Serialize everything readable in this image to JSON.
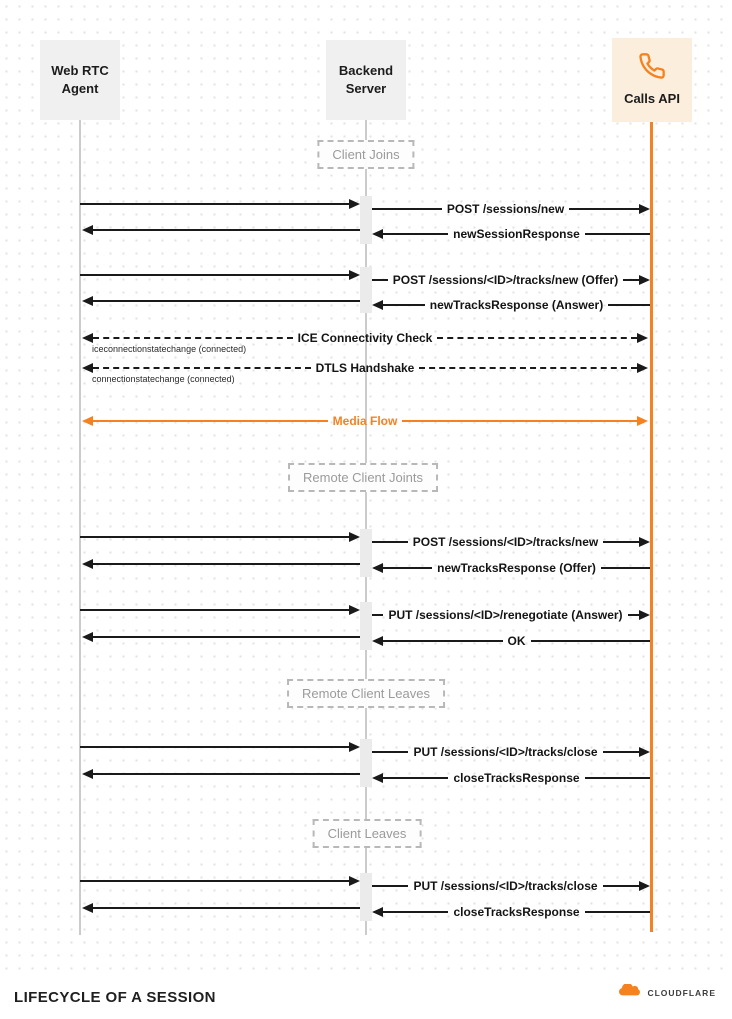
{
  "diagram": {
    "title": "LIFECYCLE OF A SESSION",
    "brand": "CLOUDFLARE",
    "type": "sequence-diagram"
  },
  "actors": {
    "web_rtc_agent": "Web RTC Agent",
    "backend_server": "Backend Server",
    "calls_api": "Calls API"
  },
  "icons": {
    "calls_api": "phone-icon",
    "brand": "cloudflare-cloud-icon"
  },
  "colors": {
    "accent": "#F6821F",
    "calls_box_bg": "#FBEEDD",
    "actor_box_bg": "#F0F0F0",
    "arrow": "#1A1A1A",
    "lifeline": "#CBCBCB",
    "group_text": "#9B9B9B"
  },
  "sequence": [
    {
      "type": "group",
      "label": "Client Joins"
    },
    {
      "type": "exchange",
      "request": "POST /sessions/new",
      "response": "newSessionResponse"
    },
    {
      "type": "exchange",
      "request": "POST /sessions/<ID>/tracks/new (Offer)",
      "response": "newTracksResponse (Answer)"
    },
    {
      "type": "bidirectional-dashed",
      "label": "ICE Connectivity Check",
      "note": "iceconnectionstatechange (connected)"
    },
    {
      "type": "bidirectional-dashed",
      "label": "DTLS Handshake",
      "note": "connectionstatechange (connected)"
    },
    {
      "type": "bidirectional-solid",
      "label": "Media Flow",
      "color": "#F6821F"
    },
    {
      "type": "group",
      "label": "Remote Client Joints"
    },
    {
      "type": "exchange",
      "request": "POST /sessions/<ID>/tracks/new",
      "response": "newTracksResponse (Offer)"
    },
    {
      "type": "exchange",
      "request": "PUT /sessions/<ID>/renegotiate (Answer)",
      "response": "OK"
    },
    {
      "type": "group",
      "label": "Remote Client Leaves"
    },
    {
      "type": "exchange",
      "request": "PUT /sessions/<ID>/tracks/close",
      "response": "closeTracksResponse"
    },
    {
      "type": "group",
      "label": "Client Leaves"
    },
    {
      "type": "exchange",
      "request": "PUT /sessions/<ID>/tracks/close",
      "response": "closeTracksResponse"
    }
  ]
}
